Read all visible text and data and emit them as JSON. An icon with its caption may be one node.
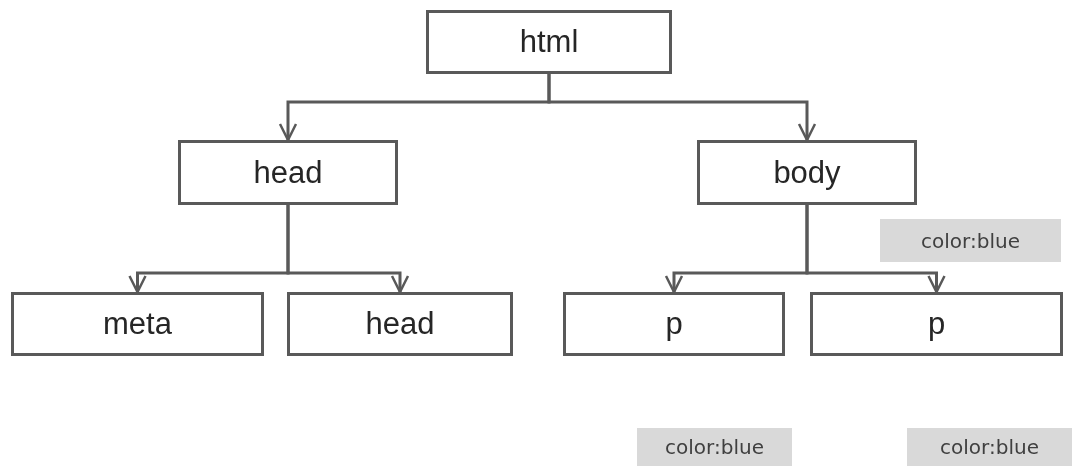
{
  "diagram": {
    "nodes": [
      {
        "text": [
          "html"
        ]
      },
      {
        "text": [
          "head"
        ]
      },
      {
        "text": [
          "body"
        ],
        "beside": [
          "color:blue"
        ]
      },
      {
        "text": [
          "meta"
        ]
      },
      {
        "text": [
          "head"
        ]
      },
      {
        "text": [
          "p"
        ]
      },
      {
        "text": [
          "p"
        ]
      }
    ],
    "labels": [
      "color:blue",
      "color:blue"
    ],
    "edges": [
      {
        "from": 0,
        "to": 1,
        "arrow": "to"
      },
      {
        "from": 0,
        "to": 2,
        "arrow": "to"
      },
      {
        "from": 1,
        "to": 3,
        "arrow": "to"
      },
      {
        "from": 1,
        "to": 4,
        "arrow": "to"
      },
      {
        "from": 2,
        "to": 5,
        "arrow": "to"
      },
      {
        "from": 2,
        "to": 6,
        "arrow": "to"
      }
    ]
  }
}
